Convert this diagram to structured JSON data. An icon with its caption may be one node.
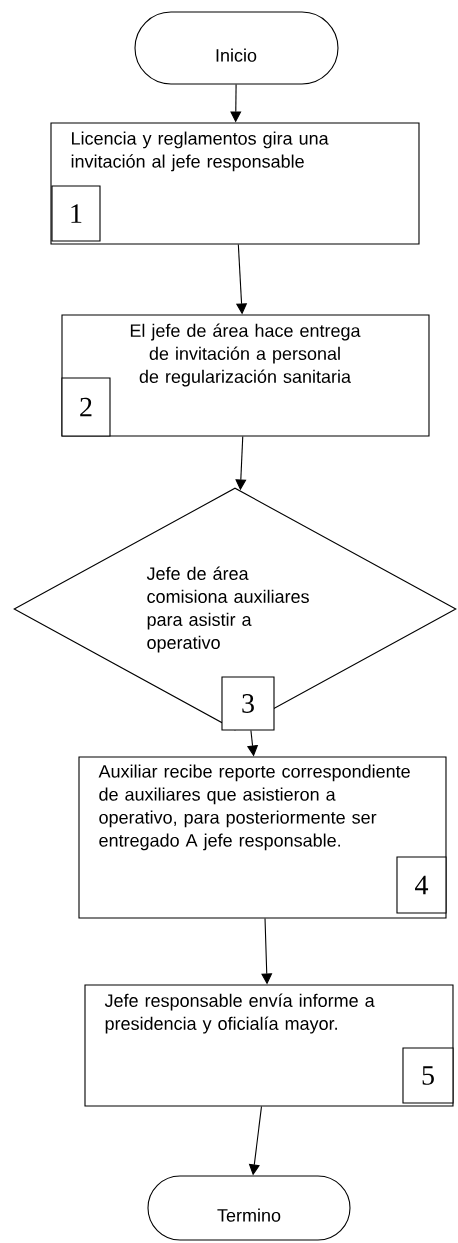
{
  "diagram": {
    "nodes": [
      {
        "text": [
          "Inicio"
        ]
      },
      {
        "text": [
          "Licencia y reglamentos gira una invitación al jefe responsable"
        ]
      },
      {
        "text": [
          "1"
        ],
        "in": 1
      },
      {
        "text": [
          "El jefe de área hace entrega de invitación a personal de regularización sanitaria"
        ]
      },
      {
        "text": [
          "2"
        ],
        "in": 3
      },
      {
        "text": [
          "Jefe de área comisiona auxiliares para asistir a operativo"
        ]
      },
      {
        "text": [
          "3"
        ],
        "in": 5
      },
      {
        "text": [
          "Auxiliar recibe reporte correspondiente de auxiliares que asistieron a operativo, para posteriormente ser entregado A jefe responsable."
        ]
      },
      {
        "text": [
          "4"
        ],
        "in": 7
      },
      {
        "text": [
          "Jefe responsable envía informe a presidencia y oficialía mayor."
        ]
      },
      {
        "text": [
          "5"
        ],
        "in": 9
      },
      {
        "text": [
          "Termino"
        ]
      }
    ],
    "edges": [
      {
        "from": 0,
        "to": 1,
        "arrow": "to"
      },
      {
        "from": 1,
        "to": 3,
        "arrow": "to"
      },
      {
        "from": 3,
        "to": 5,
        "arrow": "to"
      },
      {
        "from": 6,
        "to": 7,
        "arrow": "to"
      },
      {
        "from": 7,
        "to": 9,
        "arrow": "to"
      },
      {
        "from": 9,
        "to": 11,
        "arrow": "to"
      }
    ]
  }
}
